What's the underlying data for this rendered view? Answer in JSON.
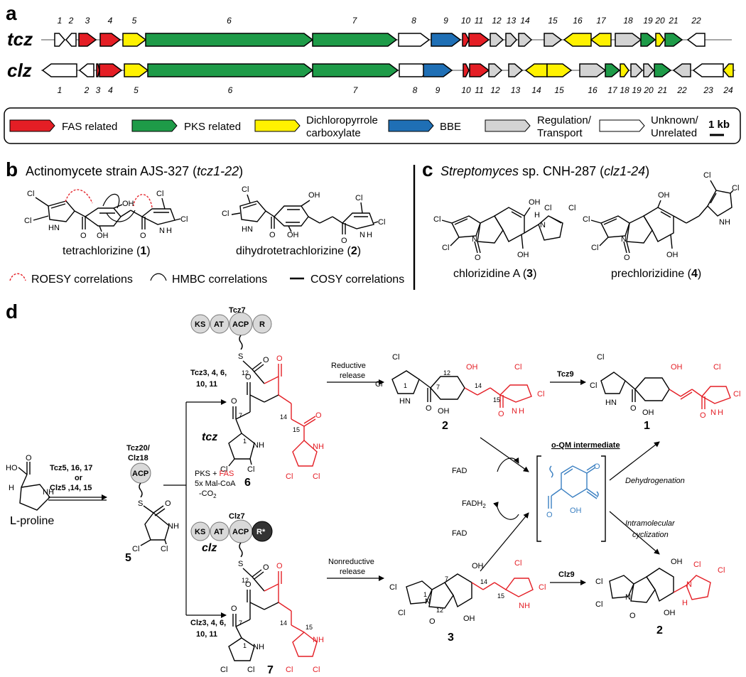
{
  "panels": {
    "a": "a",
    "b": "b",
    "c": "c",
    "d": "d"
  },
  "tracks": {
    "tcz": "tcz",
    "clz": "clz"
  },
  "colors": {
    "fas": "#e41e25",
    "pks": "#1e9b48",
    "dcp": "#fff200",
    "bbe": "#1f6fb5",
    "reg": "#d3d3d3",
    "unk": "#ffffff"
  },
  "tcz_genes": [
    {
      "n": "1",
      "c": "unk",
      "dir": "r"
    },
    {
      "n": "2",
      "c": "unk",
      "dir": "l"
    },
    {
      "n": "3",
      "c": "fas",
      "dir": "r"
    },
    {
      "n": "4",
      "c": "fas",
      "dir": "r"
    },
    {
      "n": "5",
      "c": "dcp",
      "dir": "r"
    },
    {
      "n": "6",
      "c": "pks",
      "dir": "r"
    },
    {
      "n": "7",
      "c": "pks",
      "dir": "r"
    },
    {
      "n": "8",
      "c": "unk",
      "dir": "r"
    },
    {
      "n": "9",
      "c": "bbe",
      "dir": "r"
    },
    {
      "n": "10",
      "c": "fas",
      "dir": "r"
    },
    {
      "n": "11",
      "c": "fas",
      "dir": "r"
    },
    {
      "n": "12",
      "c": "reg",
      "dir": "r"
    },
    {
      "n": "13",
      "c": "reg",
      "dir": "r"
    },
    {
      "n": "14",
      "c": "reg",
      "dir": "r"
    },
    {
      "n": "15",
      "c": "reg",
      "dir": "r"
    },
    {
      "n": "16",
      "c": "dcp",
      "dir": "l"
    },
    {
      "n": "17",
      "c": "dcp",
      "dir": "l"
    },
    {
      "n": "18",
      "c": "reg",
      "dir": "r"
    },
    {
      "n": "19",
      "c": "pks",
      "dir": "r"
    },
    {
      "n": "20",
      "c": "dcp",
      "dir": "r"
    },
    {
      "n": "21",
      "c": "pks",
      "dir": "r"
    },
    {
      "n": "22",
      "c": "unk",
      "dir": "l"
    }
  ],
  "clz_genes": [
    {
      "n": "1",
      "c": "unk",
      "dir": "l"
    },
    {
      "n": "2",
      "c": "unk",
      "dir": "l"
    },
    {
      "n": "3",
      "c": "fas",
      "dir": "r"
    },
    {
      "n": "4",
      "c": "fas",
      "dir": "r"
    },
    {
      "n": "5",
      "c": "dcp",
      "dir": "r"
    },
    {
      "n": "6",
      "c": "pks",
      "dir": "r"
    },
    {
      "n": "7",
      "c": "pks",
      "dir": "r"
    },
    {
      "n": "8",
      "c": "unk",
      "dir": "r"
    },
    {
      "n": "9",
      "c": "bbe",
      "dir": "r"
    },
    {
      "n": "10",
      "c": "fas",
      "dir": "r"
    },
    {
      "n": "11",
      "c": "fas",
      "dir": "r"
    },
    {
      "n": "12",
      "c": "reg",
      "dir": "r"
    },
    {
      "n": "13",
      "c": "reg",
      "dir": "r"
    },
    {
      "n": "14",
      "c": "dcp",
      "dir": "l"
    },
    {
      "n": "15",
      "c": "dcp",
      "dir": "r"
    },
    {
      "n": "16",
      "c": "reg",
      "dir": "r"
    },
    {
      "n": "17",
      "c": "pks",
      "dir": "r"
    },
    {
      "n": "18",
      "c": "dcp",
      "dir": "r"
    },
    {
      "n": "19",
      "c": "reg",
      "dir": "r"
    },
    {
      "n": "20",
      "c": "reg",
      "dir": "r"
    },
    {
      "n": "21",
      "c": "pks",
      "dir": "r"
    },
    {
      "n": "22",
      "c": "reg",
      "dir": "l"
    },
    {
      "n": "23",
      "c": "unk",
      "dir": "l"
    },
    {
      "n": "24",
      "c": "dcp",
      "dir": "l"
    }
  ],
  "legend": {
    "fas": "FAS related",
    "pks": "PKS related",
    "dcp1": "Dichloropyrrole",
    "dcp2": "carboxylate",
    "bbe": "BBE",
    "reg1": "Regulation/",
    "reg2": "Transport",
    "unk1": "Unknown/",
    "unk2": "Unrelated",
    "scale": "1 kb"
  },
  "b": {
    "title_pre": "Actinomycete strain AJS-327 (",
    "title_it": "tcz1-22",
    "title_post": ")",
    "cmp1_name": "tetrachlorizine (",
    "cmp1_num": "1",
    "cmp1_close": ")",
    "cmp2_name": "dihydrotetrachlorizine (",
    "cmp2_num": "2",
    "cmp2_close": ")",
    "roesy": "ROESY correlations",
    "hmbc": "HMBC correlations",
    "cosy": "COSY correlations"
  },
  "c": {
    "title_it": "Streptomyces",
    "title_post": " sp. CNH-287 (",
    "title_it2": "clz1-24",
    "title_close": ")",
    "cmp3_name": "chlorizidine A (",
    "cmp3_num": "3",
    "cmp3_close": ")",
    "cmp4_name": "prechlorizidine (",
    "cmp4_num": "4",
    "cmp4_close": ")"
  },
  "d": {
    "tcz7": "Tcz7",
    "clz7": "Clz7",
    "ks": "KS",
    "at": "AT",
    "acp": "ACP",
    "r": "R",
    "rstar": "R*",
    "tcz20": "Tcz20/",
    "clz18": "Clz18",
    "step1a": "Tcz5, 16, 17",
    "step1b": "or",
    "step1c": "Clz5 ,14, 15",
    "lpro": "L-proline",
    "tczsteps1": "Tcz3, 4, 6,",
    "tczsteps2": "10, 11",
    "clzsteps1": "Clz3, 4, 6,",
    "clzsteps2": "10, 11",
    "tcz_branch": "tcz",
    "clz_branch": "clz",
    "pks1": "PKS + ",
    "pks_fas": "FAS",
    "pks2": "5x Mal-CoA",
    "pks3": "-CO",
    "red_rel1": "Reductive",
    "red_rel2": "release",
    "nred_rel1": "Nonreductive",
    "nred_rel2": "release",
    "tcz9": "Tcz9",
    "clz9": "Clz9",
    "fad": "FAD",
    "fadh2": "FADH",
    "oqm": "o-QM intermediate",
    "dehyd": "Dehydrogenation",
    "intra1": "Intramolecular",
    "intra2": "cyclization",
    "cmp5": "5",
    "cmp6": "6",
    "cmp7": "7",
    "cmp2": "2",
    "cmp1": "1",
    "cmp3": "3",
    "cmp2b": "2",
    "ho": "HO",
    "h": "H",
    "nh": "NH",
    "cl": "Cl",
    "oh": "OH",
    "o": "O",
    "s": "S",
    "hn": "H",
    "n": "N"
  }
}
